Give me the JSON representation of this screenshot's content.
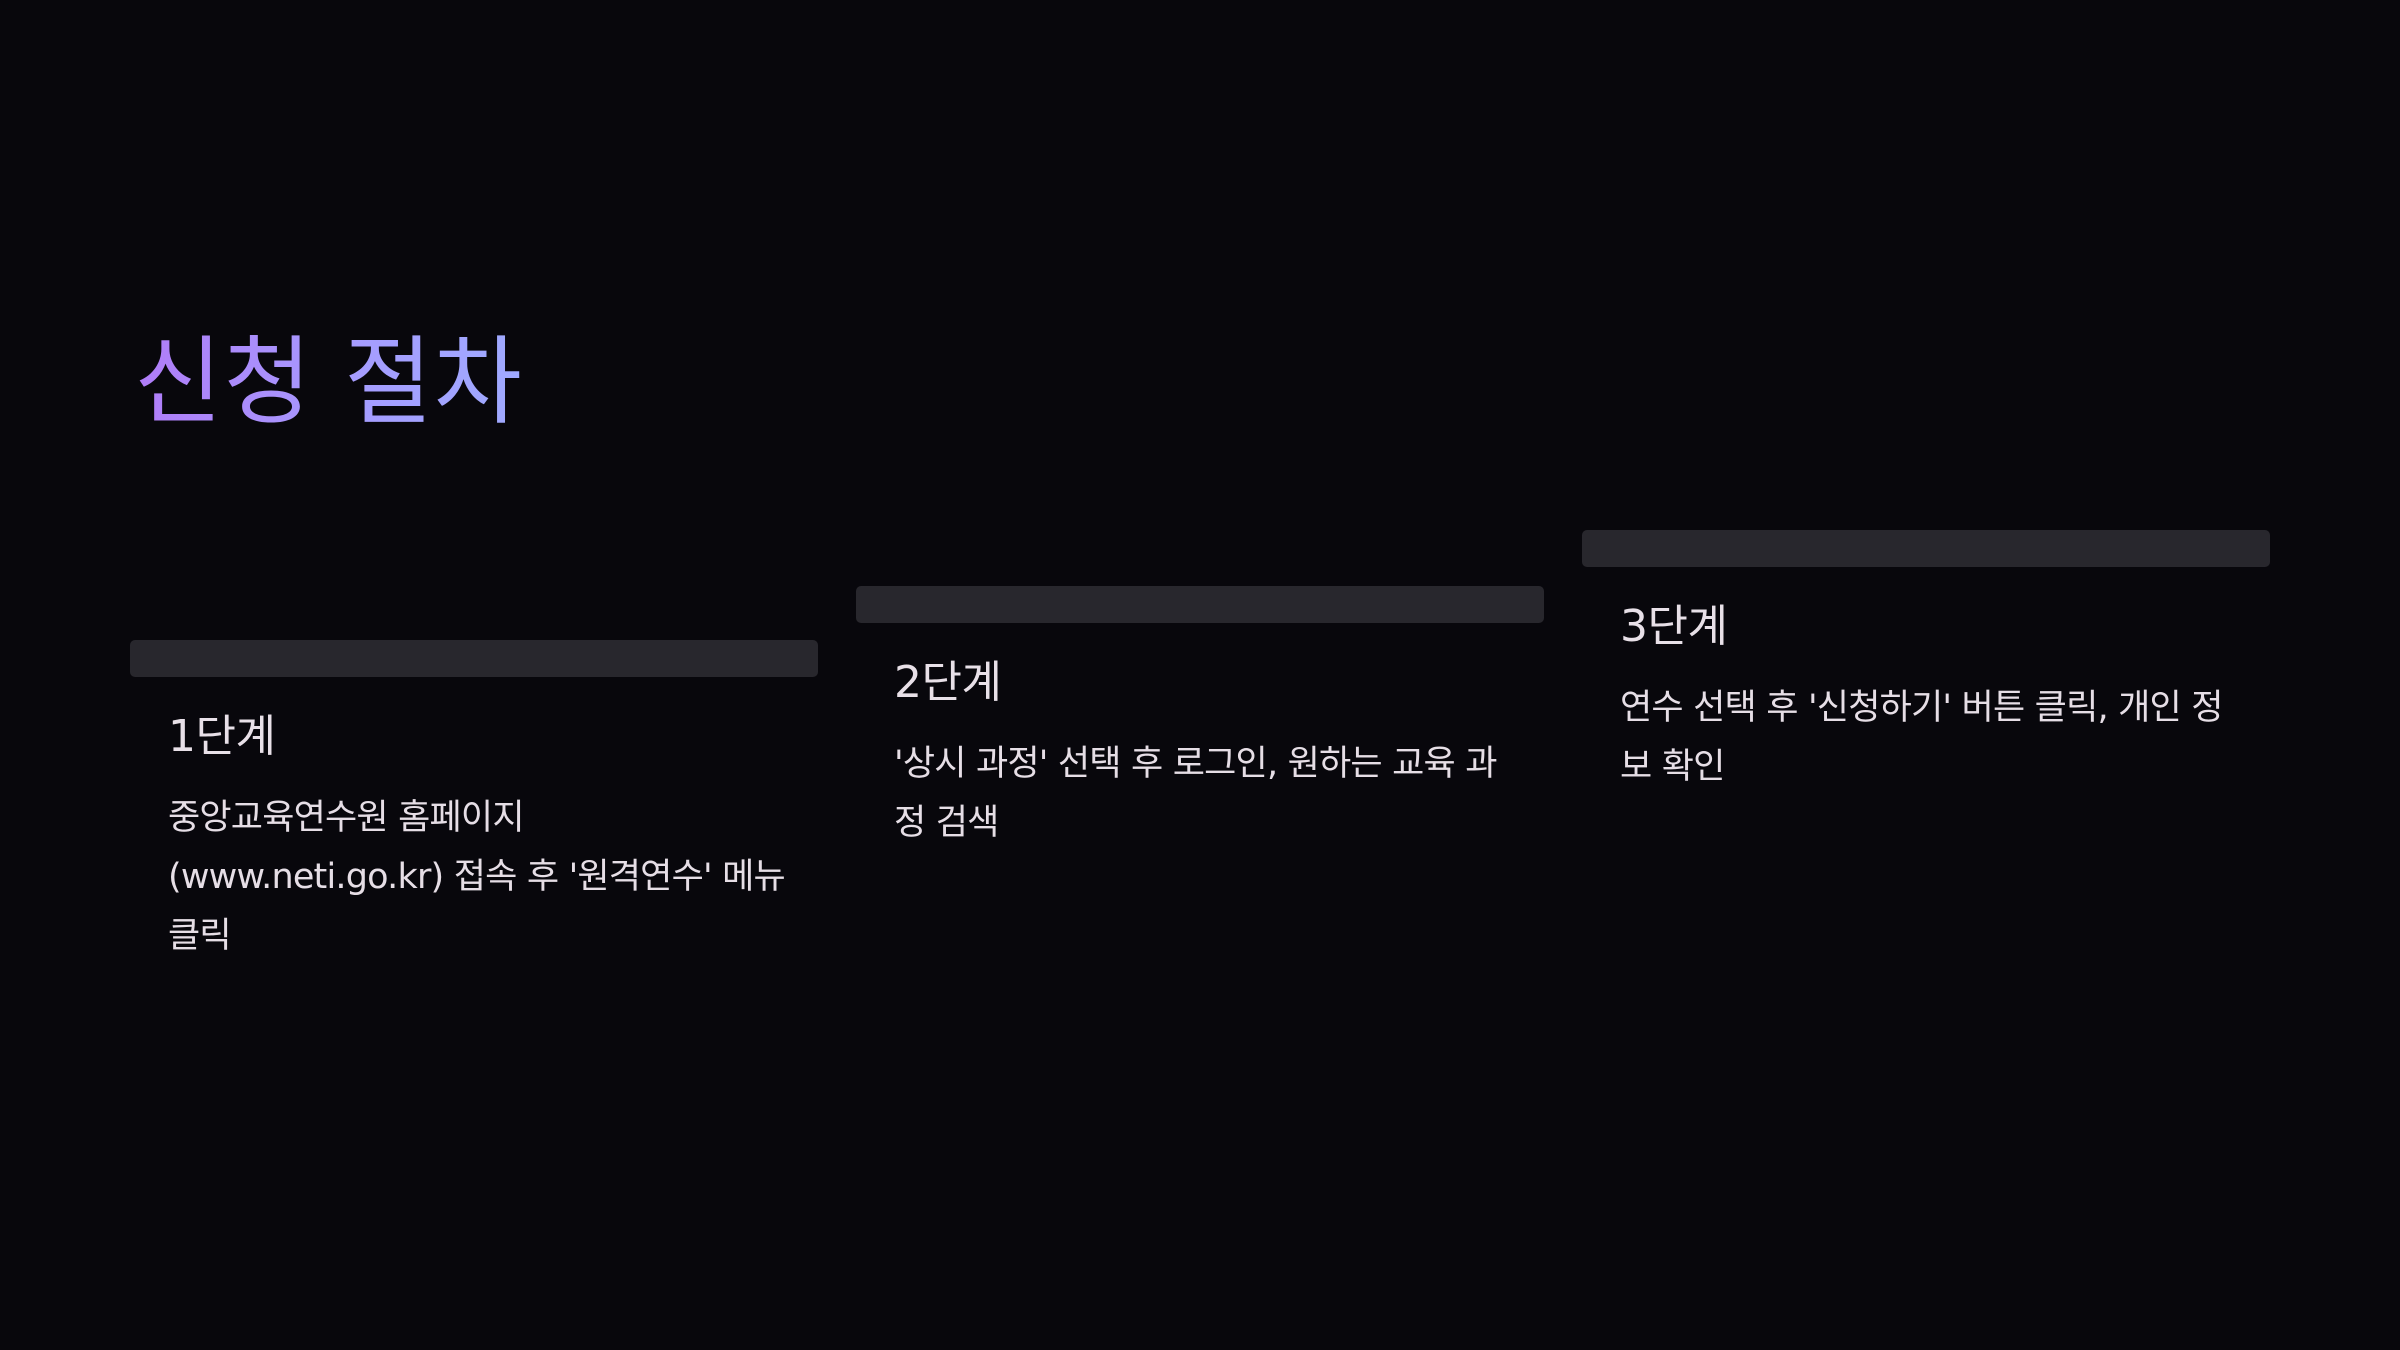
{
  "slide": {
    "title": "신청 절차",
    "colors": {
      "background": "#08070c",
      "bar": "#28272d",
      "title_gradient_start": "#b07cf8",
      "title_gradient_end": "#9faaff",
      "text": "#e6dee6"
    }
  },
  "steps": [
    {
      "title": "1단계",
      "description": "중앙교육연수원 홈페이지 (www.neti.go.kr) 접속 후 '원격연수' 메뉴 클릭"
    },
    {
      "title": "2단계",
      "description": "'상시 과정' 선택 후 로그인, 원하는 교육 과정 검색"
    },
    {
      "title": "3단계",
      "description": "연수 선택 후 '신청하기' 버튼 클릭, 개인 정보 확인"
    }
  ]
}
